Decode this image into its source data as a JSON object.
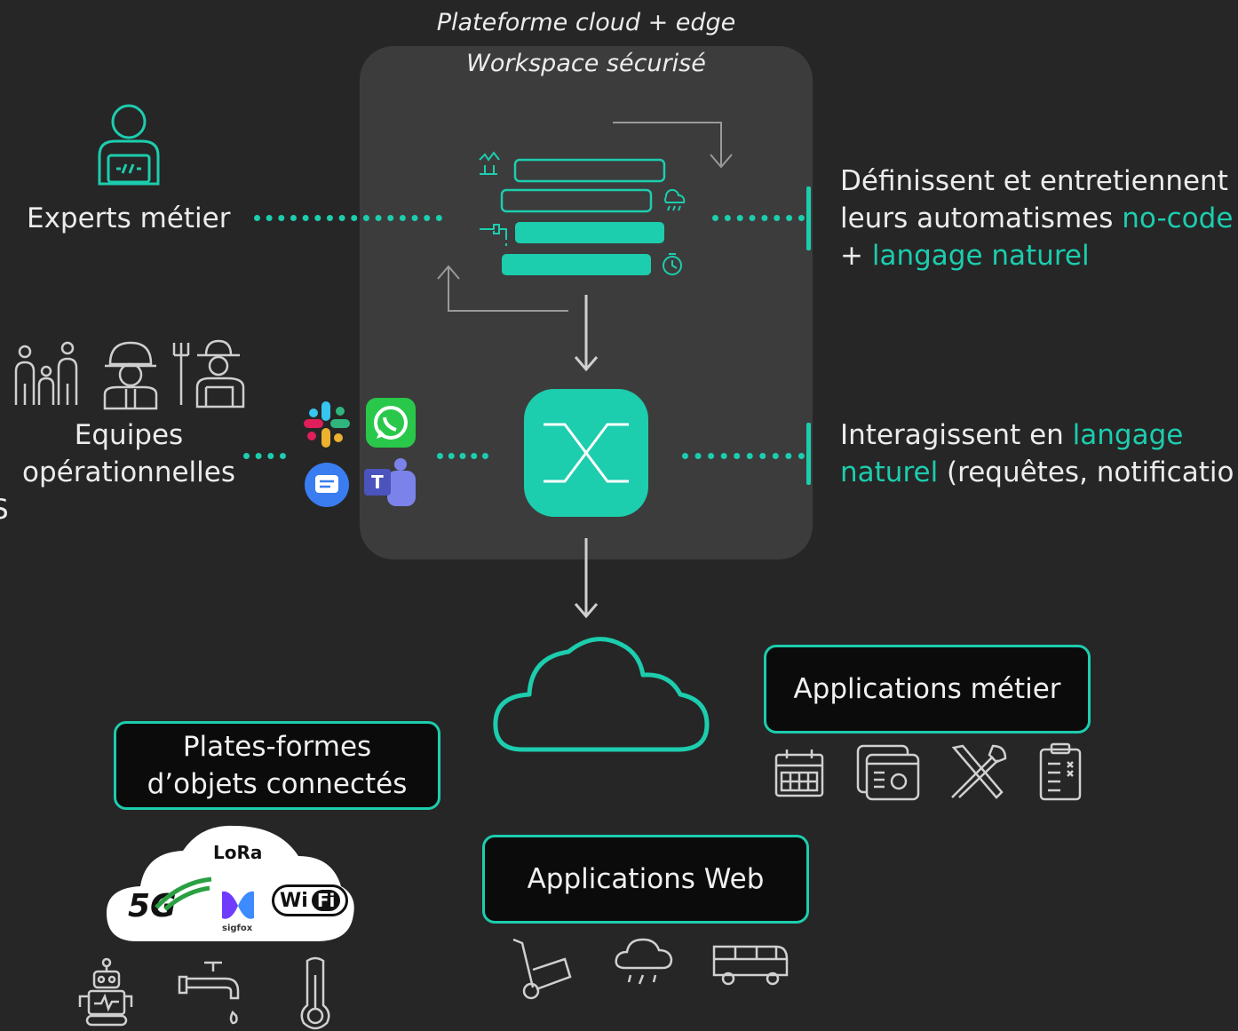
{
  "platform": {
    "title": "Plateforme cloud + edge",
    "workspace": "Workspace sécurisé"
  },
  "actors": {
    "experts": "Experts métier",
    "teams_line1": "Equipes",
    "teams_line2": "opérationnelles"
  },
  "descriptions": {
    "d1_line1": "Définissent et entretiennent",
    "d1_line2_plain": "leurs automatismes ",
    "d1_line2_accent": "no-code",
    "d1_line3_plain": "+ ",
    "d1_line3_accent": "langage naturel",
    "d2_line1_plain": "Interagissent en ",
    "d2_line1_accent": "langage",
    "d2_line2_accent": "naturel",
    "d2_line2_plain": " (requêtes, notificatio"
  },
  "boxes": {
    "iot_line1": "Plates-formes",
    "iot_line2": "d’objets connectés",
    "business_apps": "Applications métier",
    "web_apps": "Applications Web"
  },
  "badges": {
    "lora": "LoRa",
    "g5": "5G",
    "sigfox": "sigfox",
    "wifi_a": "Wi",
    "wifi_b": "Fi",
    "teams_letter": "T"
  },
  "edge_glyph": "S",
  "colors": {
    "accent": "#1ccdae",
    "background": "#262626",
    "panel": "#3a3a3a"
  }
}
